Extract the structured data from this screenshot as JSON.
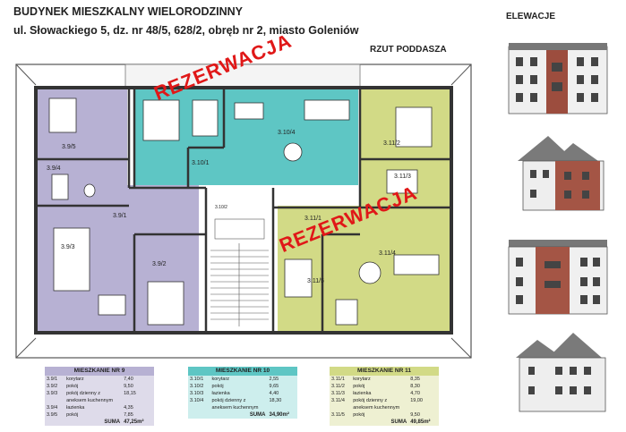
{
  "header": {
    "title": "BUDYNEK MIESZKALNY WIELORODZINNY",
    "address": "ul. Słowackiego 5, dz. nr 48/5, 628/2, obręb nr 2, miasto Goleniów",
    "plan_label": "RZUT PODDASZA",
    "elevations_label": "ELEWACJE"
  },
  "stamps": [
    "REZERWACJA",
    "REZERWACJA"
  ],
  "colors": {
    "apt9": "#b7b1d3",
    "apt10": "#5ec6c4",
    "apt11": "#d2da86",
    "wall": "#3a3a3a",
    "stamp": "#e01818"
  },
  "room_labels": {
    "r395": "3.9/5",
    "r394": "3.9/4",
    "r391": "3.9/1",
    "r393": "3.9/3",
    "r392": "3.9/2",
    "r1004": "3.10/4",
    "r1001": "3.10/1",
    "r1002": "3.10/2",
    "r1112": "3.11/2",
    "r1113": "3.11/3",
    "r1111": "3.11/1",
    "r1114": "3.11/4",
    "r1115": "3.11/5"
  },
  "apartments": [
    {
      "title": "MIESZKANIE NR 9",
      "rows": [
        {
          "no": "3.9/1",
          "name": "korytarz",
          "area": "7,40"
        },
        {
          "no": "3.9/2",
          "name": "pokój",
          "area": "9,50"
        },
        {
          "no": "3.9/3",
          "name": "pokój dzienny z aneksem kuchennym",
          "area": "18,15"
        },
        {
          "no": "3.9/4",
          "name": "łazienka",
          "area": "4,35"
        },
        {
          "no": "3.9/5",
          "name": "pokój",
          "area": "7,85"
        }
      ],
      "sum_label": "SUMA",
      "sum": "47,25m²"
    },
    {
      "title": "MIESZKANIE NR 10",
      "rows": [
        {
          "no": "3.10/1",
          "name": "korytarz",
          "area": "2,55"
        },
        {
          "no": "3.10/2",
          "name": "pokój",
          "area": "9,65"
        },
        {
          "no": "3.10/3",
          "name": "łazienka",
          "area": "4,40"
        },
        {
          "no": "3.10/4",
          "name": "pokój dzienny z aneksem kuchennym",
          "area": "18,30"
        }
      ],
      "sum_label": "SUMA",
      "sum": "34,90m²"
    },
    {
      "title": "MIESZKANIE NR 11",
      "rows": [
        {
          "no": "3.11/1",
          "name": "korytarz",
          "area": "8,35"
        },
        {
          "no": "3.11/2",
          "name": "pokój",
          "area": "8,30"
        },
        {
          "no": "3.11/3",
          "name": "łazienka",
          "area": "4,70"
        },
        {
          "no": "3.11/4",
          "name": "pokój dzienny z aneksem kuchennym",
          "area": "19,00"
        },
        {
          "no": "3.11/5",
          "name": "pokój",
          "area": "9,50"
        }
      ],
      "sum_label": "SUMA",
      "sum": "49,85m²"
    }
  ]
}
